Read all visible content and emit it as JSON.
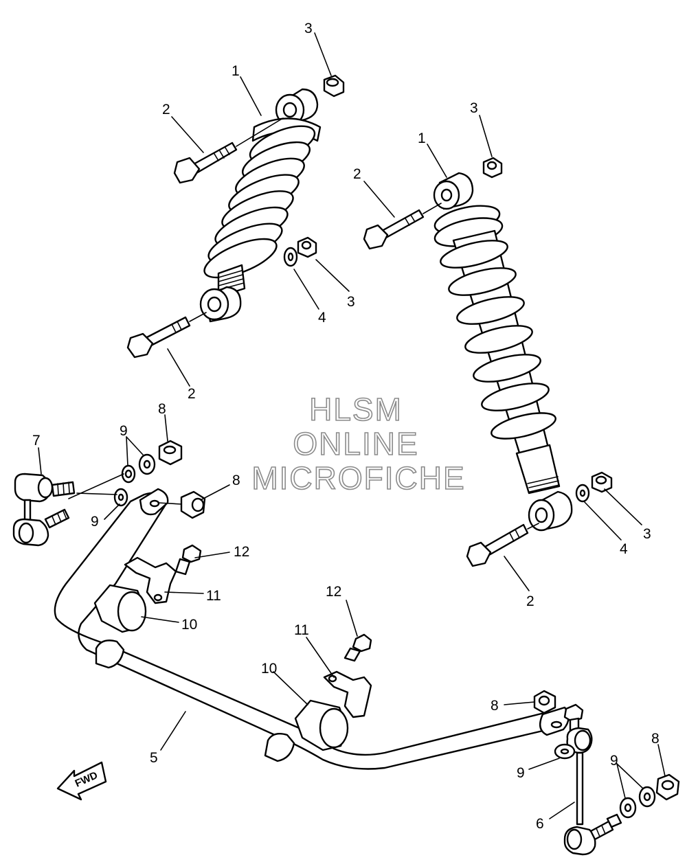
{
  "watermark": {
    "line1": "HLSM",
    "line2": "ONLINE",
    "line3": "MICROFICHE"
  },
  "direction_arrow": {
    "label": "FWD"
  },
  "callouts": {
    "c1": "3",
    "c2": "1",
    "c3": "2",
    "c4": "3",
    "c5": "4",
    "c6": "2",
    "c7": "3",
    "c8": "1",
    "c9": "2",
    "c10": "3",
    "c11": "4",
    "c12": "2",
    "c13": "8",
    "c14": "9",
    "c15": "7",
    "c16": "9",
    "c17": "8",
    "c18": "12",
    "c19": "11",
    "c20": "10",
    "c21": "12",
    "c22": "11",
    "c23": "10",
    "c24": "5",
    "c25": "8",
    "c26": "9",
    "c27": "8",
    "c28": "9",
    "c29": "6"
  }
}
